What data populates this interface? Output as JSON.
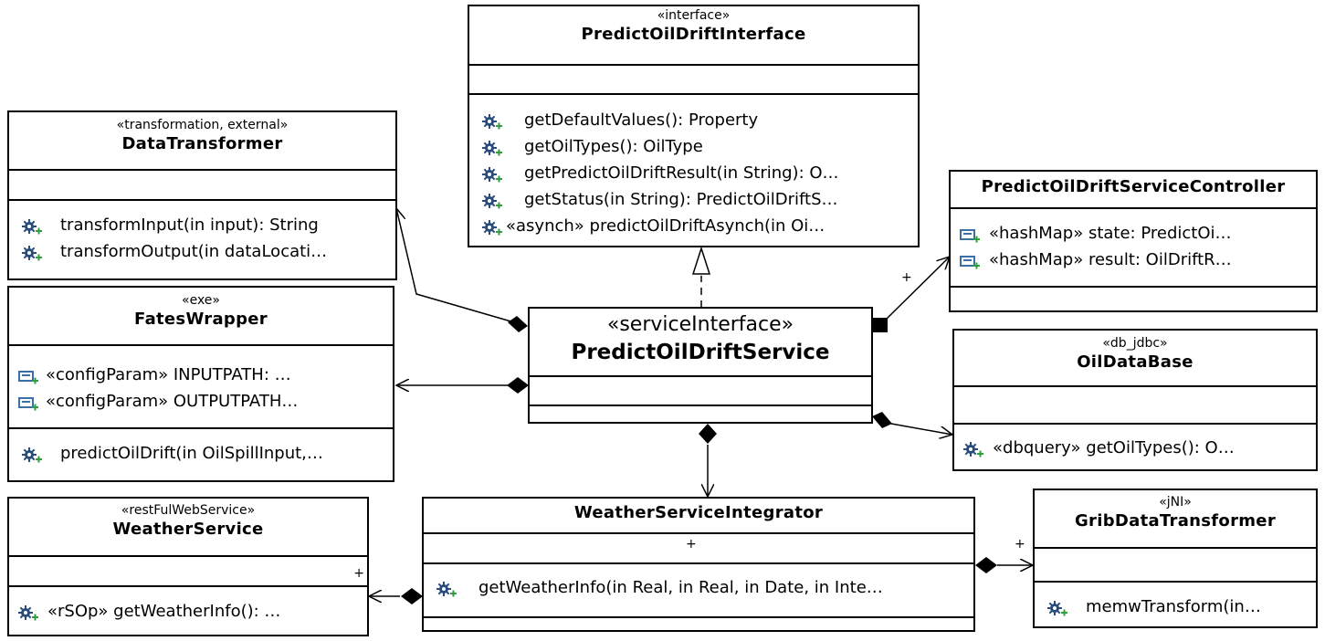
{
  "classes": {
    "predict_interface": {
      "stereotype": "«interface»",
      "name": "PredictOilDriftInterface",
      "attributes": [],
      "operations": [
        {
          "icon": "operation-icon",
          "text": "getDefaultValues(): Property"
        },
        {
          "icon": "operation-icon",
          "text": "getOilTypes(): OilType"
        },
        {
          "icon": "operation-icon",
          "text": "getPredictOilDriftResult(in String): O…"
        },
        {
          "icon": "operation-icon",
          "text": "getStatus(in String): PredictOilDriftS…"
        },
        {
          "icon": "operation-icon",
          "text": "«asynch»  predictOilDriftAsynch(in Oi…"
        }
      ]
    },
    "data_transformer": {
      "stereotype": "«transformation, external»",
      "name": "DataTransformer",
      "operations": [
        {
          "icon": "operation-icon",
          "text": "transformInput(in input): String"
        },
        {
          "icon": "operation-icon",
          "text": "transformOutput(in dataLocati…"
        }
      ]
    },
    "fates_wrapper": {
      "stereotype": "«exe»",
      "name": "FatesWrapper",
      "attributes": [
        {
          "icon": "attribute-icon",
          "text": "«configParam»  INPUTPATH: …"
        },
        {
          "icon": "attribute-icon",
          "text": "«configParam»  OUTPUTPATH…"
        }
      ],
      "operations": [
        {
          "icon": "operation-icon",
          "text": "predictOilDrift(in OilSpillInput,…"
        }
      ]
    },
    "service": {
      "stereotype": "«serviceInterface»",
      "name": "PredictOilDriftService"
    },
    "controller": {
      "name": "PredictOilDriftServiceController",
      "attributes": [
        {
          "icon": "attribute-icon",
          "text": "«hashMap»  state: PredictOi…"
        },
        {
          "icon": "attribute-icon",
          "text": "«hashMap»  result: OilDriftR…"
        }
      ]
    },
    "oil_db": {
      "stereotype": "«db_jdbc»",
      "name": "OilDataBase",
      "operations": [
        {
          "icon": "operation-icon",
          "text": "«dbquery»  getOilTypes(): O…"
        }
      ]
    },
    "weather_service": {
      "stereotype": "«restFulWebService»",
      "name": "WeatherService",
      "attr_mult": "+",
      "operations": [
        {
          "icon": "operation-icon",
          "text": "«rSOp»  getWeatherInfo(): …"
        }
      ]
    },
    "weather_integrator": {
      "name": "WeatherServiceIntegrator",
      "attr_mult": "+",
      "operations": [
        {
          "icon": "operation-icon",
          "text": "getWeatherInfo(in Real, in Real, in Date, in Inte…"
        }
      ]
    },
    "grib": {
      "stereotype": "«jNI»",
      "name": "GribDataTransformer",
      "operations": [
        {
          "icon": "operation-icon",
          "text": "memwTransform(in…"
        }
      ]
    }
  },
  "multiplicities": {
    "controller_end": "+",
    "grib_end": "+"
  },
  "colors": {
    "operation_icon": "#2a4c7a",
    "attribute_icon": "#3a6fa8",
    "icon_plus": "#2f9e3e"
  }
}
